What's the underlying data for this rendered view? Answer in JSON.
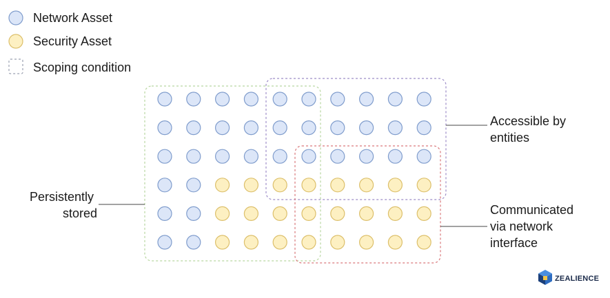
{
  "legend": {
    "network_label": "Network Asset",
    "security_label": "Security Asset",
    "scoping_label": "Scoping condition"
  },
  "colors": {
    "network_fill": "#dce6f8",
    "network_stroke": "#7f9ccc",
    "security_fill": "#fdf0c2",
    "security_stroke": "#dcbf6a",
    "persistent_box": "#b8d6a0",
    "accessible_box": "#9d8dc8",
    "communicated_box": "#d9777a",
    "legend_box": "#9aa0b0",
    "connector": "#444444"
  },
  "grid": {
    "columns": 10,
    "rows": 6,
    "kinds": [
      [
        "network",
        "network",
        "network",
        "network",
        "network",
        "network",
        "network",
        "network",
        "network",
        "network"
      ],
      [
        "network",
        "network",
        "network",
        "network",
        "network",
        "network",
        "network",
        "network",
        "network",
        "network"
      ],
      [
        "network",
        "network",
        "network",
        "network",
        "network",
        "network",
        "network",
        "network",
        "network",
        "network"
      ],
      [
        "network",
        "network",
        "security",
        "security",
        "security",
        "security",
        "security",
        "security",
        "security",
        "security"
      ],
      [
        "network",
        "network",
        "security",
        "security",
        "security",
        "security",
        "security",
        "security",
        "security",
        "security"
      ],
      [
        "network",
        "network",
        "security",
        "security",
        "security",
        "security",
        "security",
        "security",
        "security",
        "security"
      ]
    ]
  },
  "labels": {
    "persistent_line1": "Persistently",
    "persistent_line2": "stored",
    "accessible_line1": "Accessible by",
    "accessible_line2": "entities",
    "communicated_line1": "Communicated",
    "communicated_line2": "via network",
    "communicated_line3": "interface"
  },
  "brand": {
    "name": "ZEALIENCE"
  }
}
